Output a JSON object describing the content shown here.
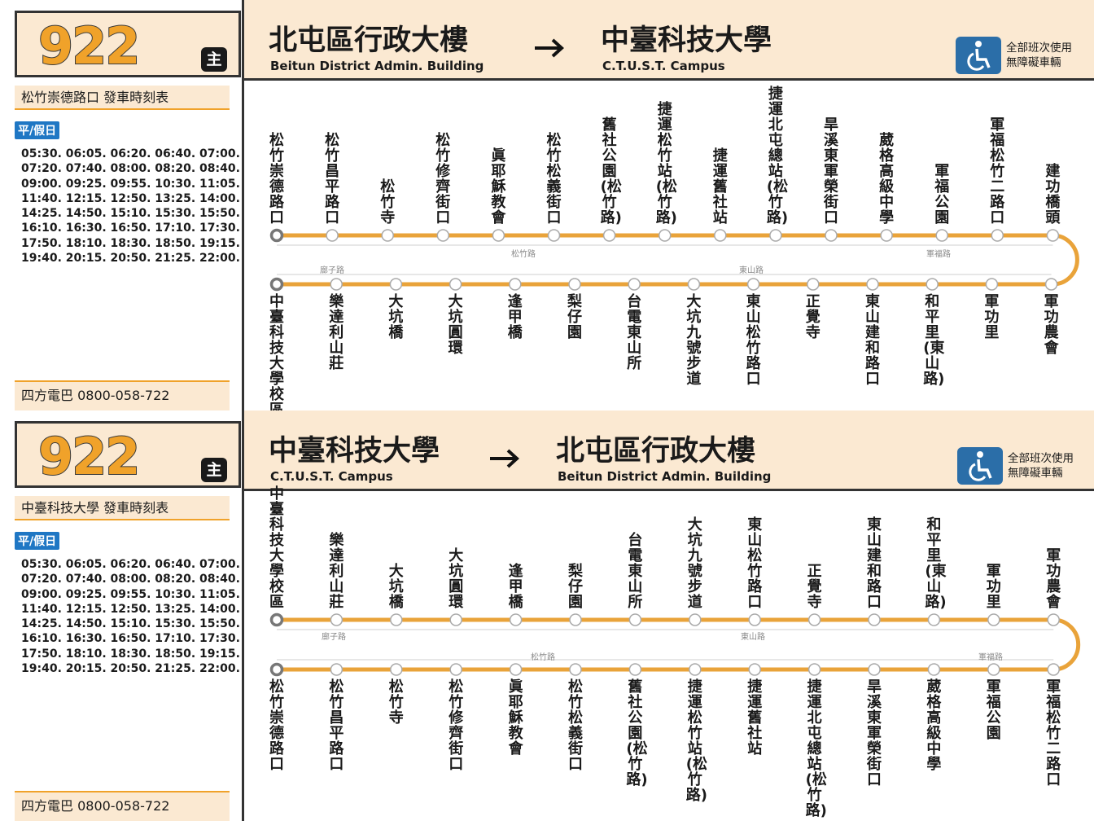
{
  "schedules": [
    {
      "route_no": "922",
      "route_type": "主",
      "departure": "松竹崇德路口  發車時刻表",
      "day_type": "平/假日",
      "times": "05:30. 06:05. 06:20. 06:40. 07:00.\n07:20. 07:40. 08:00. 08:20. 08:40.\n09:00. 09:25. 09:55. 10:30. 11:05.\n11:40. 12:15. 12:50. 13:25. 14:00.\n14:25. 14:50. 15:10. 15:30. 15:50.\n16:10. 16:30. 16:50. 17:10. 17:30.\n17:50. 18:10. 18:30. 18:50. 19:15.\n19:40. 20:15. 20:50. 21:25. 22:00.",
      "operator": "四方電巴   0800-058-722",
      "from_zh": "北屯區行政大樓",
      "from_en": "Beitun District Admin. Building",
      "to_zh": "中臺科技大學",
      "to_en": "C.T.U.S.T. Campus",
      "accessible": "全部班次使用\n無障礙車輛",
      "top_stops": [
        "松竹崇德路口",
        "松竹昌平路口",
        "松竹寺",
        "松竹修齊街口",
        "眞耶穌教會",
        "松竹松義街口",
        "舊社公園(松竹路)",
        "捷運松竹站(松竹路)",
        "捷運舊社站",
        "捷運北屯總站(松竹路)",
        "旱溪東軍榮街口",
        "葳格高級中學",
        "軍福公園",
        "軍福松竹二路口",
        "建功橋頭"
      ],
      "bottom_stops": [
        "中臺科技大學校區",
        "樂達利山莊",
        "大坑橋",
        "大坑圓環",
        "逢甲橋",
        "梨仔園",
        "台電東山所",
        "大坑九號步道",
        "東山松竹路口",
        "正覺寺",
        "東山建和路口",
        "和平里(東山路)",
        "軍功里",
        "軍功農會"
      ],
      "top_roads": [
        "松竹路",
        "軍福路"
      ],
      "bottom_roads": [
        "廍子路",
        "東山路"
      ]
    },
    {
      "route_no": "922",
      "route_type": "主",
      "departure": "中臺科技大學  發車時刻表",
      "day_type": "平/假日",
      "times": "05:30. 06:05. 06:20. 06:40. 07:00.\n07:20. 07:40. 08:00. 08:20. 08:40.\n09:00. 09:25. 09:55. 10:30. 11:05.\n11:40. 12:15. 12:50. 13:25. 14:00.\n14:25. 14:50. 15:10. 15:30. 15:50.\n16:10. 16:30. 16:50. 17:10. 17:30.\n17:50. 18:10. 18:30. 18:50. 19:15.\n19:40. 20:15. 20:50. 21:25. 22:00.",
      "operator": "四方電巴   0800-058-722",
      "from_zh": "中臺科技大學",
      "from_en": "C.T.U.S.T. Campus",
      "to_zh": "北屯區行政大樓",
      "to_en": "Beitun District Admin. Building",
      "accessible": "全部班次使用\n無障礙車輛",
      "top_stops": [
        "中臺科技大學校區",
        "樂達利山莊",
        "大坑橋",
        "大坑圓環",
        "逢甲橋",
        "梨仔園",
        "台電東山所",
        "大坑九號步道",
        "東山松竹路口",
        "正覺寺",
        "東山建和路口",
        "和平里(東山路)",
        "軍功里",
        "軍功農會"
      ],
      "bottom_stops": [
        "松竹崇德路口",
        "松竹昌平路口",
        "松竹寺",
        "松竹修齊街口",
        "眞耶穌教會",
        "松竹松義街口",
        "舊社公園(松竹路)",
        "捷運松竹站(松竹路)",
        "捷運舊社站",
        "捷運北屯總站(松竹路)",
        "旱溪東軍榮街口",
        "葳格高級中學",
        "軍福公園",
        "軍福松竹二路口"
      ],
      "top_roads": [
        "廍子路",
        "東山路"
      ],
      "bottom_roads": [
        "松竹路",
        "軍福路"
      ]
    }
  ],
  "colors": {
    "route_line": "#e9a33a",
    "header_bg": "#fbe9d2",
    "badge_blue": "#1f77c4",
    "accessible_blue": "#2b6ea8"
  },
  "icons": {
    "arrow": "right-arrow-icon",
    "accessible": "wheelchair-icon"
  }
}
